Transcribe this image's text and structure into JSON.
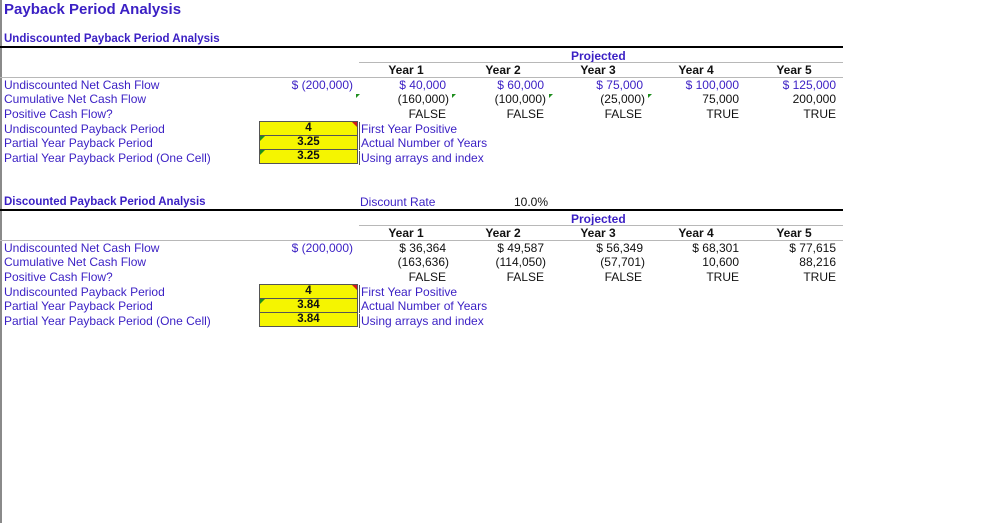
{
  "title": "Payback Period Analysis",
  "colors": {
    "accent_text": "#3a1fc4",
    "highlight_cell": "#f5f500",
    "error_marker": "#d01c1c",
    "note_marker": "#1e8e1e"
  },
  "undiscounted": {
    "section_title": "Undiscounted Payback Period Analysis",
    "projected_label": "Projected",
    "initial": "$ (200,000)",
    "years": [
      "Year 1",
      "Year 2",
      "Year 3",
      "Year 4",
      "Year 5"
    ],
    "row_labels": [
      "Undiscounted Net Cash Flow",
      "Cumulative Net Cash Flow",
      "Positive Cash Flow?",
      "Undiscounted Payback Period",
      "Partial Year Payback Period",
      "Partial Year Payback Period (One Cell)"
    ],
    "net_cash_flow": [
      "$ 40,000",
      "$ 60,000",
      "$ 75,000",
      "$ 100,000",
      "$ 125,000"
    ],
    "cumulative": [
      "(160,000)",
      "(100,000)",
      "(25,000)",
      "75,000",
      "200,000"
    ],
    "positive": [
      "FALSE",
      "FALSE",
      "FALSE",
      "TRUE",
      "TRUE"
    ],
    "results": [
      "4",
      "3.25",
      "3.25"
    ],
    "notes": [
      "First Year Positive",
      "Actual Number of Years",
      "Using arrays and index"
    ]
  },
  "discounted": {
    "section_title": "Discounted Payback Period Analysis",
    "discount_rate_label": "Discount Rate",
    "discount_rate_value": "10.0%",
    "projected_label": "Projected",
    "initial": "$ (200,000)",
    "years": [
      "Year 1",
      "Year 2",
      "Year 3",
      "Year 4",
      "Year 5"
    ],
    "row_labels": [
      "Undiscounted Net Cash Flow",
      "Cumulative Net Cash Flow",
      "Positive Cash Flow?",
      "Undiscounted Payback Period",
      "Partial Year Payback Period",
      "Partial Year Payback Period (One Cell)"
    ],
    "net_cash_flow": [
      "$ 36,364",
      "$ 49,587",
      "$ 56,349",
      "$ 68,301",
      "$ 77,615"
    ],
    "cumulative": [
      "(163,636)",
      "(114,050)",
      "(57,701)",
      "10,600",
      "88,216"
    ],
    "positive": [
      "FALSE",
      "FALSE",
      "FALSE",
      "TRUE",
      "TRUE"
    ],
    "results": [
      "4",
      "3.84",
      "3.84"
    ],
    "notes": [
      "First Year Positive",
      "Actual Number of Years",
      "Using arrays and index"
    ]
  }
}
